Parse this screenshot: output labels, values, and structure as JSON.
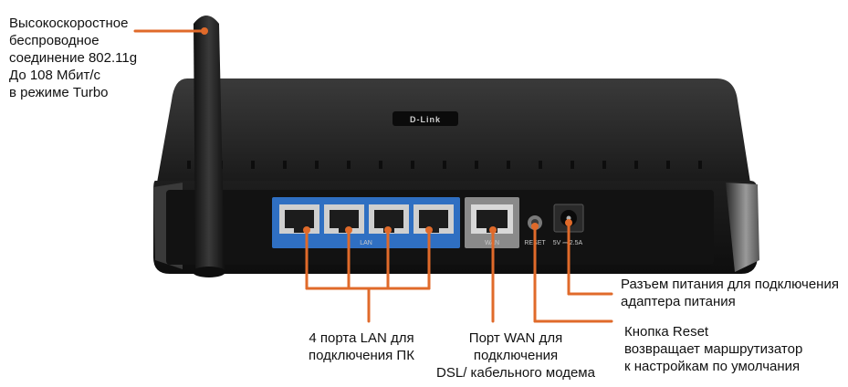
{
  "callouts": {
    "antenna": "Высокоскоростное\nбеспроводное\nсоединение 802.11g\nДо 108 Мбит/с\nв режиме Turbo",
    "lan": "4 порта LAN для\nподключения ПК",
    "wan": "Порт WAN для подключения\nDSL/ кабельного модема",
    "power": "Разъем питания для подключения\nадаптера питания",
    "reset": "Кнопка Reset\nвозвращает маршрутизатор\nк настройкам по умолчания"
  },
  "device": {
    "lan_port_label": "LAN",
    "wan_port_label": "WAN",
    "reset_label": "RESET",
    "power_rating": "5V ⎓ 2.5A",
    "brand": "D-Link"
  },
  "colors": {
    "callout_line": "#e06a2a",
    "lan_panel": "#2f6fc2",
    "wan_panel": "#8a8a8a",
    "body": "#1c1c1c"
  }
}
